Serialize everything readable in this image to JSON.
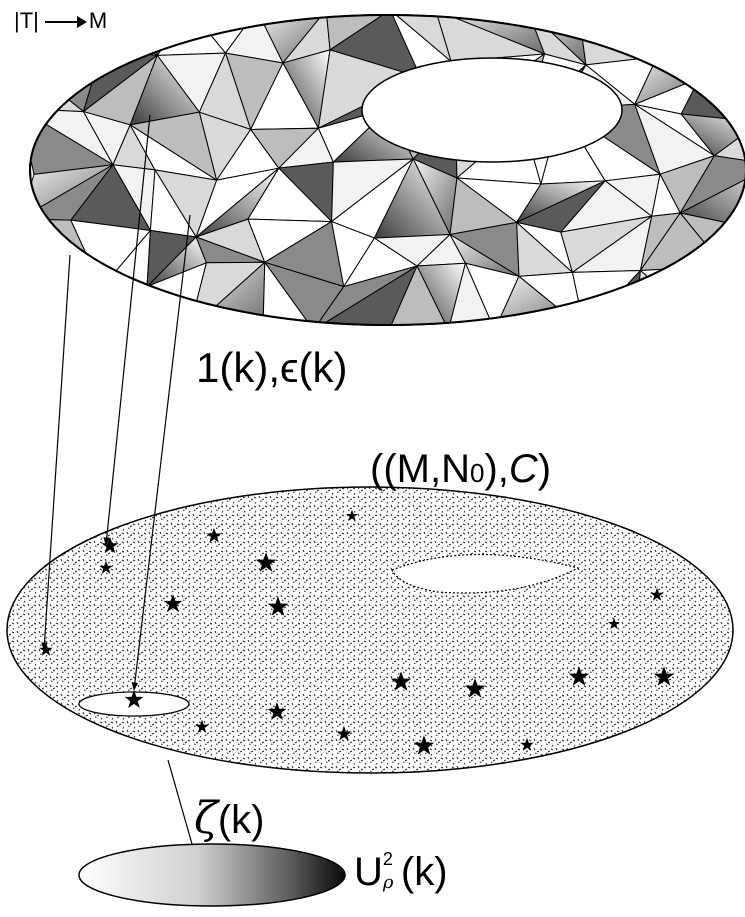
{
  "labels": {
    "map_left": "|T|",
    "map_right": "M",
    "length_eps": "1(k),ϵ(k)",
    "pair_prefix": "((M,N",
    "pair_sub": "0",
    "pair_mid": "),",
    "pair_c": "C",
    "pair_suffix": ")",
    "zeta_symbol": "ζ",
    "zeta_arg": "(k)",
    "u_base": "U",
    "u_sup": "2",
    "u_sub": "ρ",
    "u_arg": "(k)"
  },
  "colors": {
    "ink": "#000000",
    "surface_light": "#ffffff",
    "surface_dark": "#111111"
  }
}
